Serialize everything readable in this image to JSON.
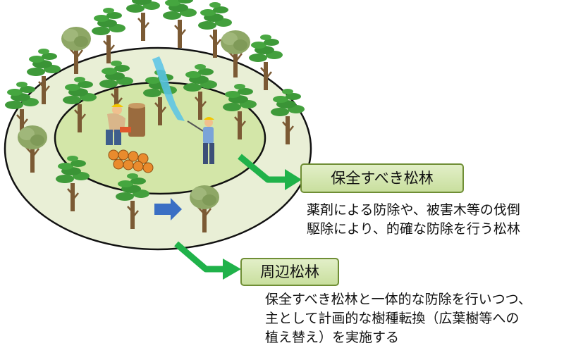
{
  "labels": {
    "inner_zone": "保全すべき松林",
    "outer_zone": "周辺松林"
  },
  "descriptions": {
    "inner_zone": [
      "薬剤による防除や、被害木等の伐倒",
      "駆除により、的確な防除を行う松林"
    ],
    "outer_zone": [
      "保全すべき松林と一体的な防除を行いつつ、",
      "主として計画的な樹種転換（広葉樹等への",
      "植え替え）を実施する"
    ]
  },
  "icons": {
    "pine_tree": "pine-tree-icon",
    "broadleaf_tree": "broadleaf-tree-icon",
    "worker_cutting": "worker-chainsaw-icon",
    "worker_spraying": "worker-spraying-icon",
    "log_pile": "log-pile-icon",
    "arrow": "blue-arrow-icon"
  },
  "colors": {
    "outer_ring": "#e9efd6",
    "inner_zone": "#d3e6a8",
    "pointer_arrow": "#20b24a",
    "conversion_arrow": "#3a6fc4",
    "label_border": "#6f8e35"
  }
}
